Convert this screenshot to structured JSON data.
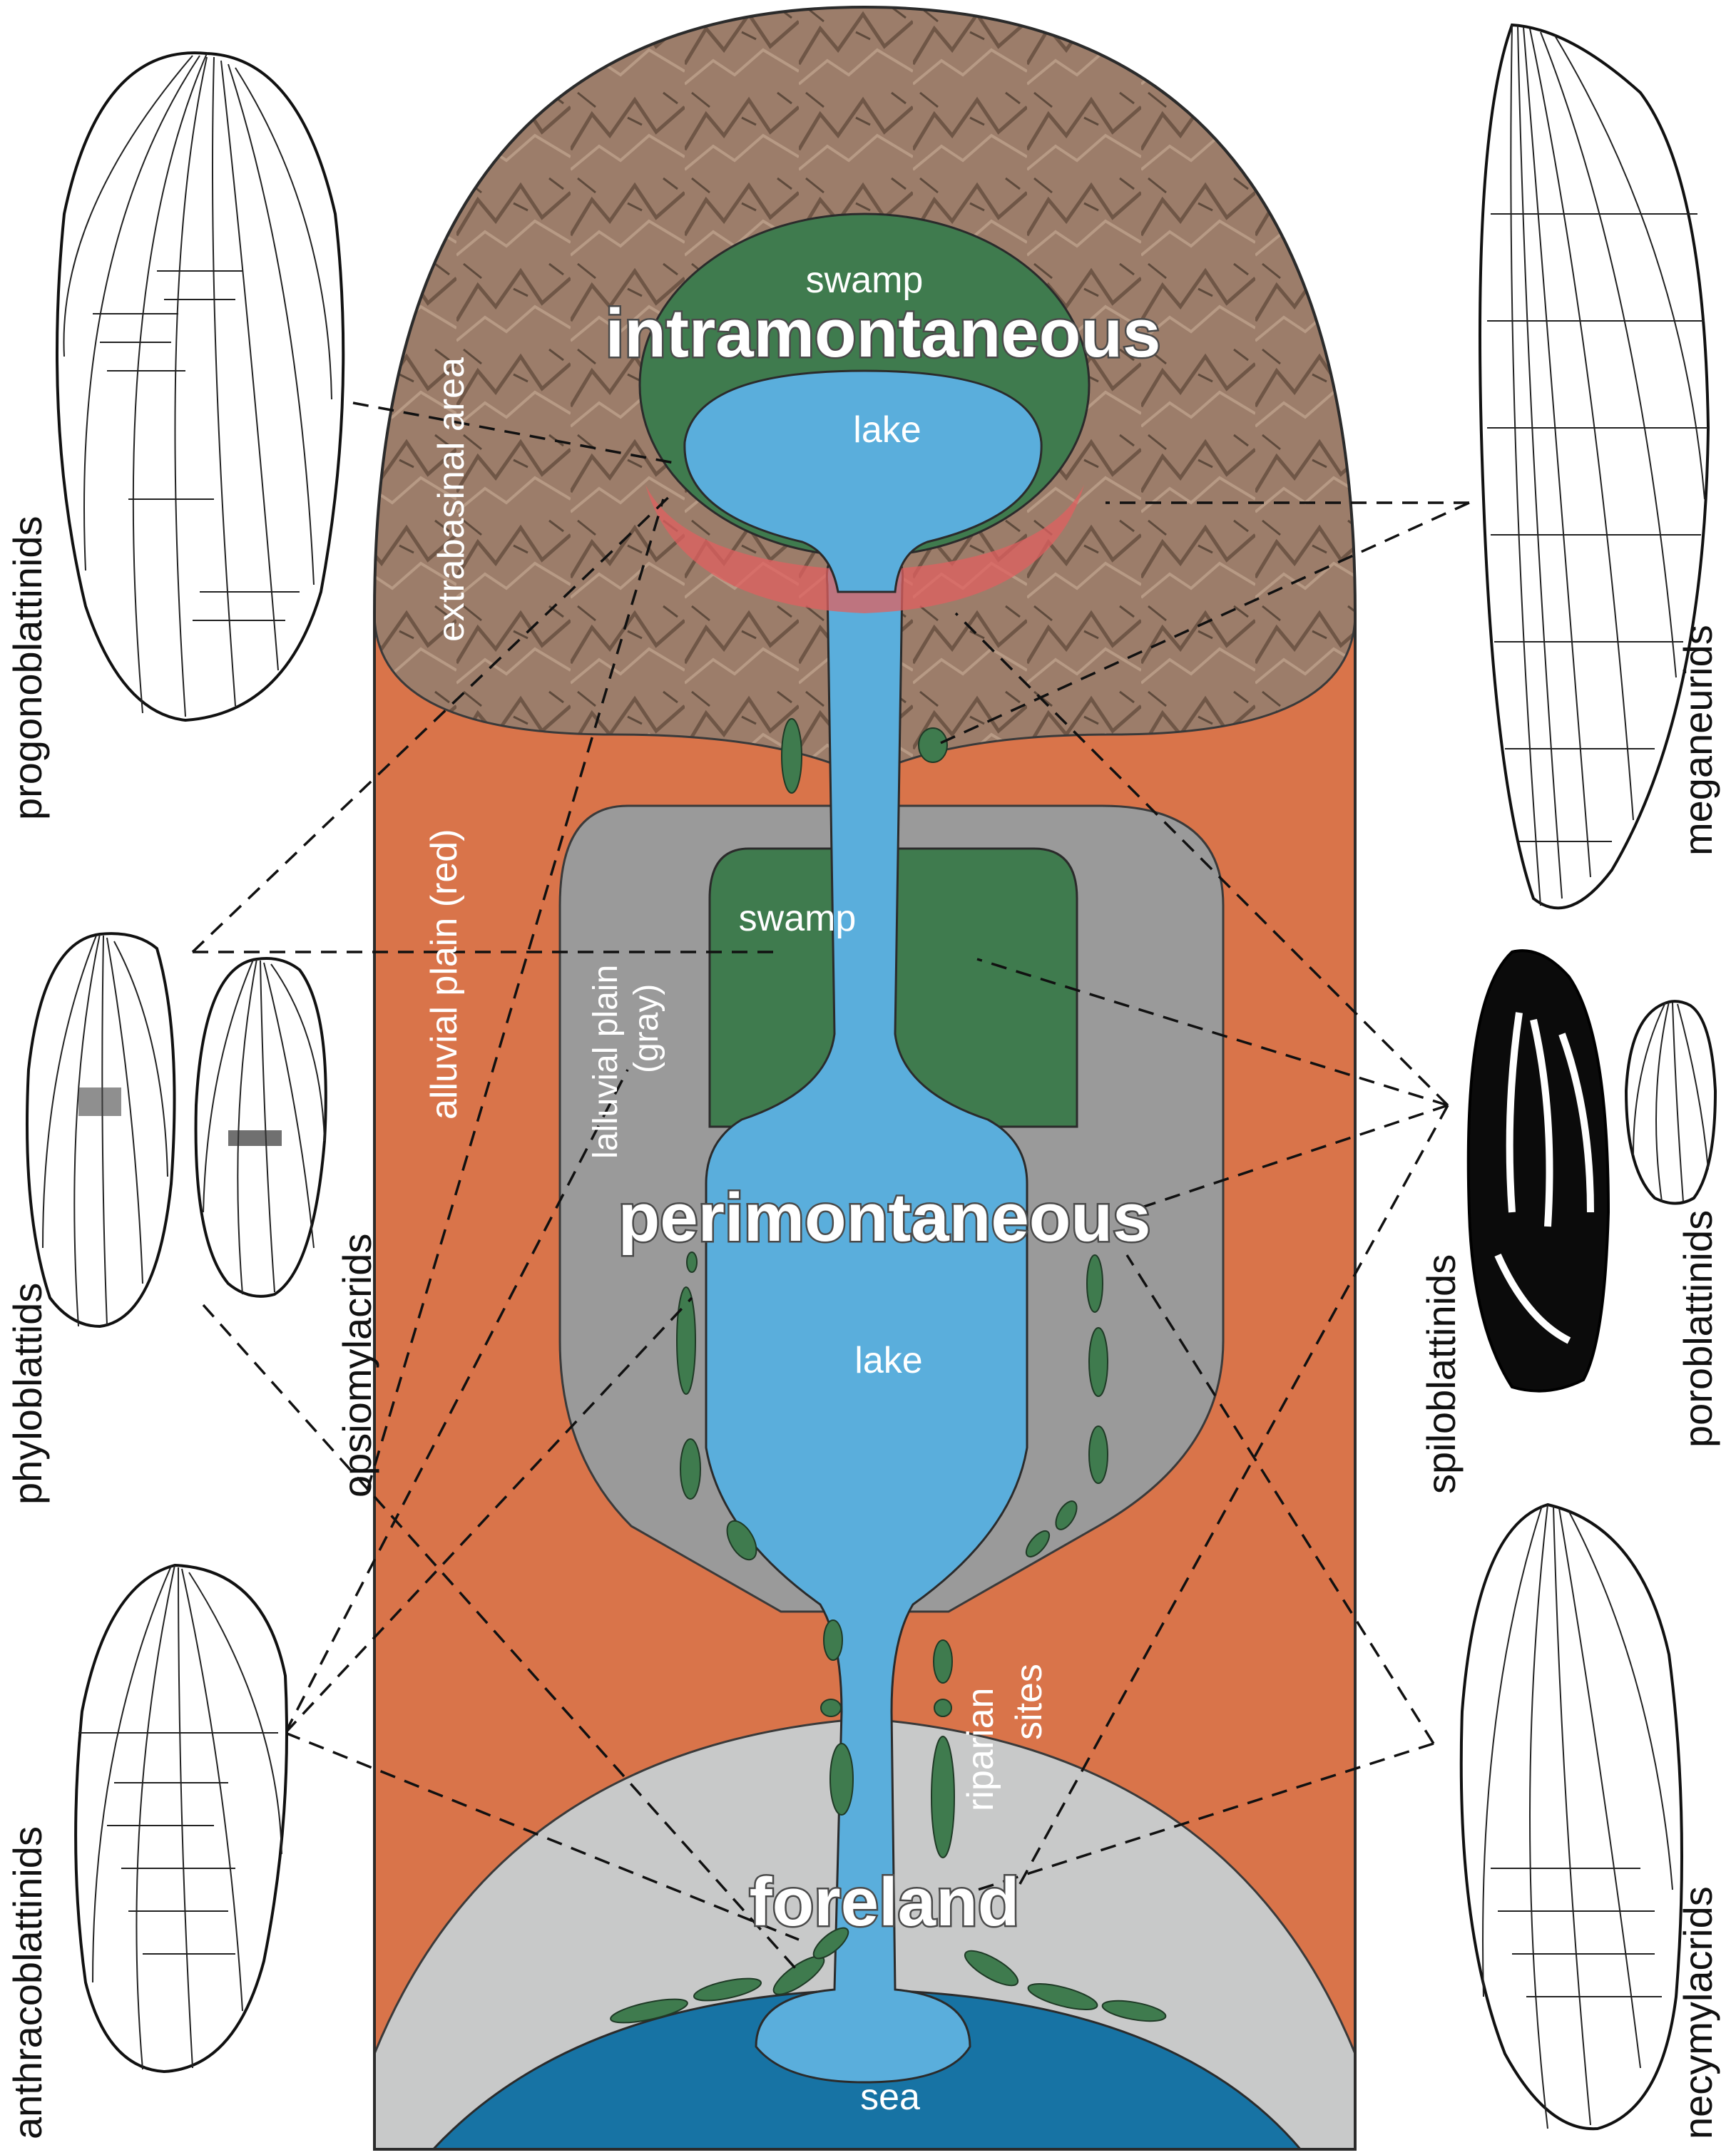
{
  "colors": {
    "alluvial_red": "#d9744a",
    "gray_plain": "#9a9a9a",
    "light_gray": "#c8c9c9",
    "swamp_green": "#3f7b4e",
    "lake_blue": "#5aaedc",
    "sea_blue": "#1773a4",
    "mountain": "#9c7d6a",
    "red_rim": "#e06060"
  },
  "zones": {
    "intramontaneous": "intramontaneous",
    "perimontaneous": "perimontaneous",
    "foreland": "foreland"
  },
  "labels": {
    "swamp_upper": "swamp",
    "lake_upper": "lake",
    "extrabasinal": "extrabasinal area",
    "alluvial_red": "alluvial plain (red)",
    "alluvial_gray_line1": "lalluvial plain",
    "alluvial_gray_line2": "(gray)",
    "swamp_middle": "swamp",
    "lake_middle": "lake",
    "riparian_line1": "riparian",
    "riparian_line2": "sites",
    "sea": "sea"
  },
  "taxa": {
    "progonoblattinids": "progonoblattinids",
    "phyloblattids": "phyloblattids",
    "opsiomylacrids": "opsiomylacrids",
    "anthracoblattinids": "anthracoblattinids",
    "meganeurids": "meganeurids",
    "spiloblattinids": "spiloblattinids",
    "poroblattinids": "poroblattinids",
    "necymylacrids": "necymylacrids"
  }
}
